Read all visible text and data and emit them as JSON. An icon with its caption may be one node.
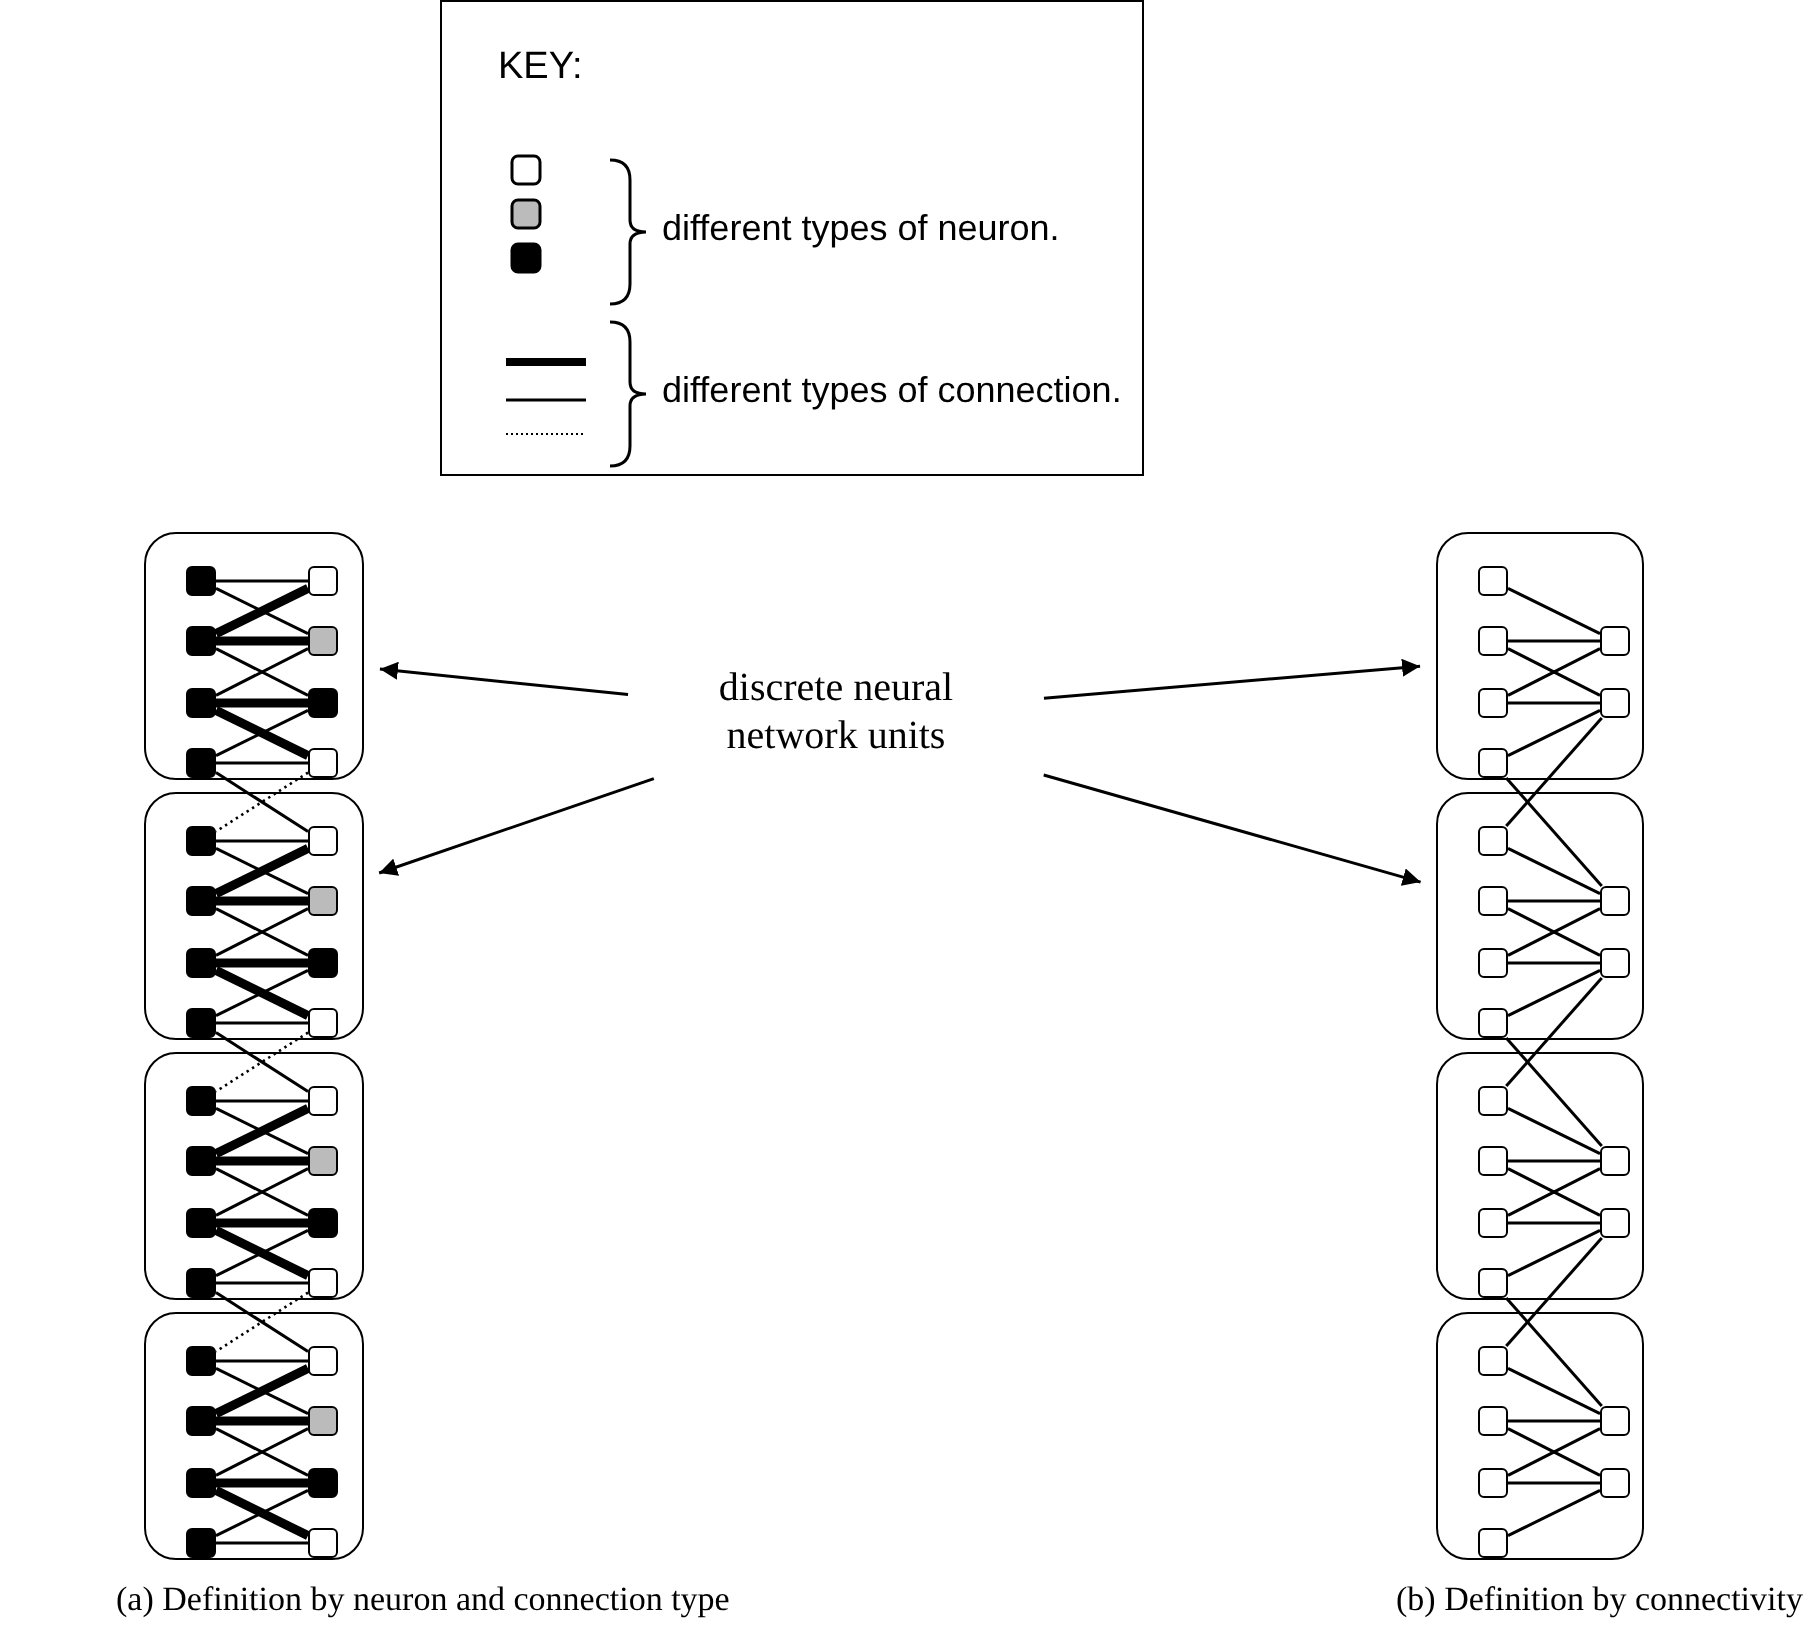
{
  "diagram": {
    "nodes": [
      {
        "text": [
          "KEY:"
        ]
      },
      {
        "text": [],
        "shape": "box"
      },
      {
        "text": [],
        "shape": "box",
        "in": 1
      },
      {
        "text": [],
        "shape": "box",
        "in": 1
      },
      {
        "text": [],
        "shape": "box",
        "in": 1
      },
      {
        "text": [],
        "shape": "box",
        "in": 1
      },
      {
        "text": [],
        "shape": "box",
        "in": 1
      },
      {
        "text": [],
        "shape": "box",
        "in": 1
      },
      {
        "text": [],
        "shape": "box",
        "in": 1
      },
      {
        "text": [],
        "shape": "box",
        "in": 1
      },
      {
        "text": [],
        "shape": "box"
      },
      {
        "text": [],
        "shape": "box",
        "in": 10
      },
      {
        "text": [],
        "shape": "box",
        "in": 10
      },
      {
        "text": [],
        "shape": "box",
        "in": 10
      },
      {
        "text": [],
        "shape": "box",
        "in": 10
      },
      {
        "text": [],
        "shape": "box",
        "in": 10
      },
      {
        "text": [],
        "shape": "box",
        "in": 10
      },
      {
        "text": [],
        "shape": "box",
        "in": 10
      },
      {
        "text": [],
        "shape": "box",
        "in": 10
      },
      {
        "text": [],
        "shape": "box"
      },
      {
        "text": [],
        "shape": "box",
        "in": 19
      },
      {
        "text": [],
        "shape": "box",
        "in": 19
      },
      {
        "text": [],
        "shape": "box",
        "in": 19
      },
      {
        "text": [],
        "shape": "box",
        "in": 19
      },
      {
        "text": [],
        "shape": "box",
        "in": 19
      },
      {
        "text": [],
        "shape": "box",
        "in": 19
      },
      {
        "text": [],
        "shape": "box",
        "in": 19
      },
      {
        "text": [],
        "shape": "box",
        "in": 19
      },
      {
        "text": [],
        "shape": "box"
      },
      {
        "text": [],
        "shape": "box",
        "in": 28
      },
      {
        "text": [],
        "shape": "box",
        "in": 28
      },
      {
        "text": [],
        "shape": "box",
        "in": 28
      },
      {
        "text": [],
        "shape": "box",
        "in": 28
      },
      {
        "text": [],
        "shape": "box",
        "in": 28
      },
      {
        "text": [],
        "shape": "box",
        "in": 28
      },
      {
        "text": [],
        "shape": "box",
        "in": 28
      },
      {
        "text": [],
        "shape": "box",
        "in": 28
      },
      {
        "text": [
          "discrete neural network units"
        ]
      },
      {
        "text": [],
        "shape": "box"
      },
      {
        "text": [],
        "shape": "box",
        "in": 38
      },
      {
        "text": [],
        "shape": "box",
        "in": 38
      },
      {
        "text": [],
        "shape": "box",
        "in": 38
      },
      {
        "text": [],
        "shape": "box",
        "in": 38
      },
      {
        "text": [],
        "shape": "box",
        "in": 38
      },
      {
        "text": [],
        "shape": "box",
        "in": 38
      },
      {
        "text": [],
        "shape": "box"
      },
      {
        "text": [],
        "shape": "box",
        "in": 45
      },
      {
        "text": [],
        "shape": "box",
        "in": 45
      },
      {
        "text": [],
        "shape": "box",
        "in": 45
      },
      {
        "text": [],
        "shape": "box",
        "in": 45
      },
      {
        "text": [],
        "shape": "box",
        "in": 45
      },
      {
        "text": [],
        "shape": "box",
        "in": 45
      },
      {
        "text": [],
        "shape": "box"
      },
      {
        "text": [],
        "shape": "box",
        "in": 52
      },
      {
        "text": [],
        "shape": "box",
        "in": 52
      },
      {
        "text": [],
        "shape": "box",
        "in": 52
      },
      {
        "text": [],
        "shape": "box",
        "in": 52
      },
      {
        "text": [],
        "shape": "box",
        "in": 52
      },
      {
        "text": [],
        "shape": "box",
        "in": 52
      },
      {
        "text": [],
        "shape": "box"
      },
      {
        "text": [],
        "shape": "box",
        "in": 59
      },
      {
        "text": [],
        "shape": "box",
        "in": 59
      },
      {
        "text": [],
        "shape": "box",
        "in": 59
      },
      {
        "text": [],
        "shape": "box",
        "in": 59
      },
      {
        "text": [],
        "shape": "box",
        "in": 59
      },
      {
        "text": [],
        "shape": "box",
        "in": 59
      }
    ],
    "edges": [
      {
        "from": 2,
        "to": 3,
        "arrow": "none"
      },
      {
        "from": 2,
        "to": 5,
        "arrow": "none"
      },
      {
        "from": 4,
        "to": 3,
        "arrow": "none",
        "style": "thick"
      },
      {
        "from": 4,
        "to": 5,
        "arrow": "none",
        "style": "thick"
      },
      {
        "from": 4,
        "to": 7,
        "arrow": "none"
      },
      {
        "from": 6,
        "to": 5,
        "arrow": "none"
      },
      {
        "from": 6,
        "to": 7,
        "arrow": "none",
        "style": "thick"
      },
      {
        "from": 6,
        "to": 9,
        "arrow": "none",
        "style": "thick"
      },
      {
        "from": 8,
        "to": 7,
        "arrow": "none"
      },
      {
        "from": 8,
        "to": 9,
        "arrow": "none"
      },
      {
        "from": 8,
        "to": 12,
        "arrow": "none"
      },
      {
        "from": 9,
        "to": 11,
        "arrow": "none",
        "style": "dashed"
      },
      {
        "from": 11,
        "to": 12,
        "arrow": "none"
      },
      {
        "from": 11,
        "to": 14,
        "arrow": "none"
      },
      {
        "from": 13,
        "to": 12,
        "arrow": "none",
        "style": "thick"
      },
      {
        "from": 13,
        "to": 14,
        "arrow": "none",
        "style": "thick"
      },
      {
        "from": 13,
        "to": 16,
        "arrow": "none"
      },
      {
        "from": 15,
        "to": 14,
        "arrow": "none"
      },
      {
        "from": 15,
        "to": 16,
        "arrow": "none",
        "style": "thick"
      },
      {
        "from": 15,
        "to": 18,
        "arrow": "none",
        "style": "thick"
      },
      {
        "from": 17,
        "to": 16,
        "arrow": "none"
      },
      {
        "from": 17,
        "to": 18,
        "arrow": "none"
      },
      {
        "from": 17,
        "to": 21,
        "arrow": "none"
      },
      {
        "from": 18,
        "to": 20,
        "arrow": "none",
        "style": "dashed"
      },
      {
        "from": 20,
        "to": 21,
        "arrow": "none"
      },
      {
        "from": 20,
        "to": 23,
        "arrow": "none"
      },
      {
        "from": 22,
        "to": 21,
        "arrow": "none",
        "style": "thick"
      },
      {
        "from": 22,
        "to": 23,
        "arrow": "none",
        "style": "thick"
      },
      {
        "from": 22,
        "to": 25,
        "arrow": "none"
      },
      {
        "from": 24,
        "to": 23,
        "arrow": "none"
      },
      {
        "from": 24,
        "to": 25,
        "arrow": "none",
        "style": "thick"
      },
      {
        "from": 24,
        "to": 27,
        "arrow": "none",
        "style": "thick"
      },
      {
        "from": 26,
        "to": 25,
        "arrow": "none"
      },
      {
        "from": 26,
        "to": 27,
        "arrow": "none"
      },
      {
        "from": 26,
        "to": 30,
        "arrow": "none"
      },
      {
        "from": 27,
        "to": 29,
        "arrow": "none",
        "style": "dashed"
      },
      {
        "from": 29,
        "to": 30,
        "arrow": "none"
      },
      {
        "from": 29,
        "to": 32,
        "arrow": "none"
      },
      {
        "from": 31,
        "to": 30,
        "arrow": "none",
        "style": "thick"
      },
      {
        "from": 31,
        "to": 32,
        "arrow": "none",
        "style": "thick"
      },
      {
        "from": 31,
        "to": 34,
        "arrow": "none"
      },
      {
        "from": 33,
        "to": 32,
        "arrow": "none"
      },
      {
        "from": 33,
        "to": 34,
        "arrow": "none",
        "style": "thick"
      },
      {
        "from": 33,
        "to": 36,
        "arrow": "none",
        "style": "thick"
      },
      {
        "from": 35,
        "to": 34,
        "arrow": "none"
      },
      {
        "from": 35,
        "to": 36,
        "arrow": "none"
      },
      {
        "from": 37,
        "to": 1,
        "arrow": "to"
      },
      {
        "from": 37,
        "to": 10,
        "arrow": "to"
      },
      {
        "from": 37,
        "to": 38,
        "arrow": "to"
      },
      {
        "from": 37,
        "to": 45,
        "arrow": "to"
      },
      {
        "from": 39,
        "to": 43,
        "arrow": "none"
      },
      {
        "from": 40,
        "to": 43,
        "arrow": "none"
      },
      {
        "from": 40,
        "to": 44,
        "arrow": "none"
      },
      {
        "from": 41,
        "to": 43,
        "arrow": "none"
      },
      {
        "from": 41,
        "to": 44,
        "arrow": "none"
      },
      {
        "from": 42,
        "to": 44,
        "arrow": "none"
      },
      {
        "from": 42,
        "to": 50,
        "arrow": "none"
      },
      {
        "from": 44,
        "to": 46,
        "arrow": "none"
      },
      {
        "from": 46,
        "to": 50,
        "arrow": "none"
      },
      {
        "from": 47,
        "to": 50,
        "arrow": "none"
      },
      {
        "from": 47,
        "to": 51,
        "arrow": "none"
      },
      {
        "from": 48,
        "to": 50,
        "arrow": "none"
      },
      {
        "from": 48,
        "to": 51,
        "arrow": "none"
      },
      {
        "from": 49,
        "to": 51,
        "arrow": "none"
      },
      {
        "from": 49,
        "to": 57,
        "arrow": "none"
      },
      {
        "from": 51,
        "to": 53,
        "arrow": "none"
      },
      {
        "from": 53,
        "to": 57,
        "arrow": "none"
      },
      {
        "from": 54,
        "to": 57,
        "arrow": "none"
      },
      {
        "from": 54,
        "to": 58,
        "arrow": "none"
      },
      {
        "from": 55,
        "to": 57,
        "arrow": "none"
      },
      {
        "from": 55,
        "to": 58,
        "arrow": "none"
      },
      {
        "from": 56,
        "to": 58,
        "arrow": "none"
      },
      {
        "from": 56,
        "to": 64,
        "arrow": "none"
      },
      {
        "from": 58,
        "to": 60,
        "arrow": "none"
      },
      {
        "from": 60,
        "to": 64,
        "arrow": "none"
      },
      {
        "from": 61,
        "to": 64,
        "arrow": "none"
      },
      {
        "from": 61,
        "to": 65,
        "arrow": "none"
      },
      {
        "from": 62,
        "to": 64,
        "arrow": "none"
      },
      {
        "from": 62,
        "to": 65,
        "arrow": "none"
      },
      {
        "from": 63,
        "to": 65,
        "arrow": "none"
      }
    ],
    "labels": [
      "(a) Definition by neuron and connection type",
      "(b) Definition by connectivity"
    ],
    "legend": [
      {
        "text": "different types of neuron."
      },
      {
        "text": "different types of connection."
      }
    ]
  }
}
